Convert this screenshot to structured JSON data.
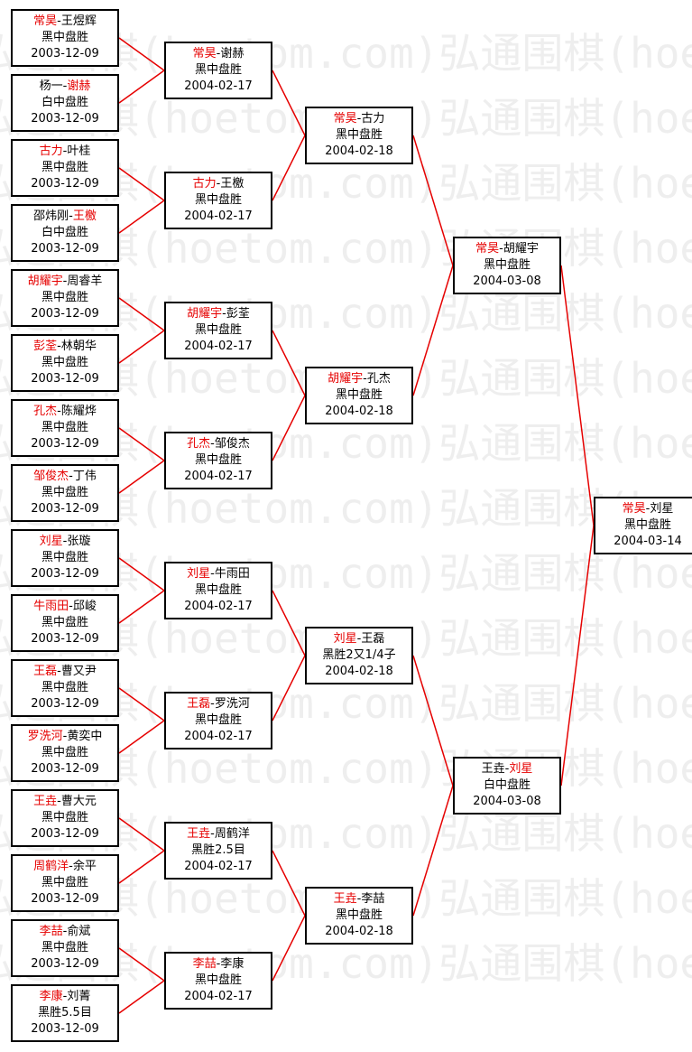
{
  "watermark": "弘通围棋(hoetom.com)",
  "colors": {
    "winner": "#e60000",
    "line": "#e60000",
    "border": "#000000",
    "watermark": "#eeeeee"
  },
  "rounds": [
    [
      {
        "p1": "常昊",
        "p2": "王煜辉",
        "winner": 1,
        "result": "黑中盘胜",
        "date": "2003-12-09"
      },
      {
        "p1": "杨一",
        "p2": "谢赫",
        "winner": 2,
        "result": "白中盘胜",
        "date": "2003-12-09"
      },
      {
        "p1": "古力",
        "p2": "叶桂",
        "winner": 1,
        "result": "黑中盘胜",
        "date": "2003-12-09"
      },
      {
        "p1": "邵炜刚",
        "p2": "王檄",
        "winner": 2,
        "result": "白中盘胜",
        "date": "2003-12-09"
      },
      {
        "p1": "胡耀宇",
        "p2": "周睿羊",
        "winner": 1,
        "result": "黑中盘胜",
        "date": "2003-12-09"
      },
      {
        "p1": "彭荃",
        "p2": "林朝华",
        "winner": 1,
        "result": "黑中盘胜",
        "date": "2003-12-09"
      },
      {
        "p1": "孔杰",
        "p2": "陈耀烨",
        "winner": 1,
        "result": "黑中盘胜",
        "date": "2003-12-09"
      },
      {
        "p1": "邹俊杰",
        "p2": "丁伟",
        "winner": 1,
        "result": "黑中盘胜",
        "date": "2003-12-09"
      },
      {
        "p1": "刘星",
        "p2": "张璇",
        "winner": 1,
        "result": "黑中盘胜",
        "date": "2003-12-09"
      },
      {
        "p1": "牛雨田",
        "p2": "邱峻",
        "winner": 1,
        "result": "黑中盘胜",
        "date": "2003-12-09"
      },
      {
        "p1": "王磊",
        "p2": "曹又尹",
        "winner": 1,
        "result": "黑中盘胜",
        "date": "2003-12-09"
      },
      {
        "p1": "罗洗河",
        "p2": "黄奕中",
        "winner": 1,
        "result": "黑中盘胜",
        "date": "2003-12-09"
      },
      {
        "p1": "王垚",
        "p2": "曹大元",
        "winner": 1,
        "result": "黑中盘胜",
        "date": "2003-12-09"
      },
      {
        "p1": "周鹤洋",
        "p2": "余平",
        "winner": 1,
        "result": "黑中盘胜",
        "date": "2003-12-09"
      },
      {
        "p1": "李喆",
        "p2": "俞斌",
        "winner": 1,
        "result": "黑中盘胜",
        "date": "2003-12-09"
      },
      {
        "p1": "李康",
        "p2": "刘菁",
        "winner": 1,
        "result": "黑胜5.5目",
        "date": "2003-12-09"
      }
    ],
    [
      {
        "p1": "常昊",
        "p2": "谢赫",
        "winner": 1,
        "result": "黑中盘胜",
        "date": "2004-02-17"
      },
      {
        "p1": "古力",
        "p2": "王檄",
        "winner": 1,
        "result": "黑中盘胜",
        "date": "2004-02-17"
      },
      {
        "p1": "胡耀宇",
        "p2": "彭荃",
        "winner": 1,
        "result": "黑中盘胜",
        "date": "2004-02-17"
      },
      {
        "p1": "孔杰",
        "p2": "邹俊杰",
        "winner": 1,
        "result": "黑中盘胜",
        "date": "2004-02-17"
      },
      {
        "p1": "刘星",
        "p2": "牛雨田",
        "winner": 1,
        "result": "黑中盘胜",
        "date": "2004-02-17"
      },
      {
        "p1": "王磊",
        "p2": "罗洗河",
        "winner": 1,
        "result": "黑中盘胜",
        "date": "2004-02-17"
      },
      {
        "p1": "王垚",
        "p2": "周鹤洋",
        "winner": 1,
        "result": "黑胜2.5目",
        "date": "2004-02-17"
      },
      {
        "p1": "李喆",
        "p2": "李康",
        "winner": 1,
        "result": "黑中盘胜",
        "date": "2004-02-17"
      }
    ],
    [
      {
        "p1": "常昊",
        "p2": "古力",
        "winner": 1,
        "result": "黑中盘胜",
        "date": "2004-02-18"
      },
      {
        "p1": "胡耀宇",
        "p2": "孔杰",
        "winner": 1,
        "result": "黑中盘胜",
        "date": "2004-02-18"
      },
      {
        "p1": "刘星",
        "p2": "王磊",
        "winner": 1,
        "result": "黑胜2又1/4子",
        "date": "2004-02-18"
      },
      {
        "p1": "王垚",
        "p2": "李喆",
        "winner": 1,
        "result": "黑中盘胜",
        "date": "2004-02-18"
      }
    ],
    [
      {
        "p1": "常昊",
        "p2": "胡耀宇",
        "winner": 1,
        "result": "黑中盘胜",
        "date": "2004-03-08"
      },
      {
        "p1": "王垚",
        "p2": "刘星",
        "winner": 2,
        "result": "白中盘胜",
        "date": "2004-03-08"
      }
    ],
    [
      {
        "p1": "常昊",
        "p2": "刘星",
        "winner": 1,
        "result": "黑中盘胜",
        "date": "2004-03-14"
      }
    ]
  ]
}
